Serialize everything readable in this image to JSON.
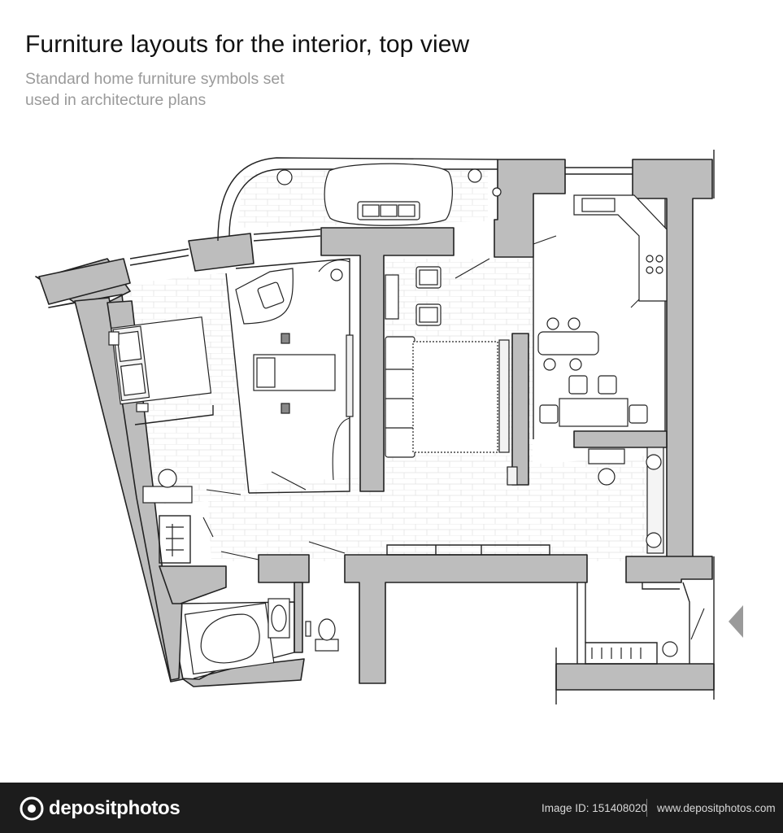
{
  "header": {
    "title": "Furniture layouts for the interior, top view",
    "subtitle_line1": "Standard home furniture symbols set",
    "subtitle_line2": "used in architecture plans"
  },
  "footer": {
    "brand": "depositphotos",
    "image_id": "Image ID: 151408020",
    "website": "www.depositphotos.com"
  },
  "colors": {
    "wall_fill": "#bdbdbd",
    "line": "#222222",
    "footer_bg": "#1c1c1c",
    "subtitle": "#9a9a9a"
  },
  "icons": [
    "entrance-arrow-icon",
    "depositphotos-logo-icon"
  ]
}
